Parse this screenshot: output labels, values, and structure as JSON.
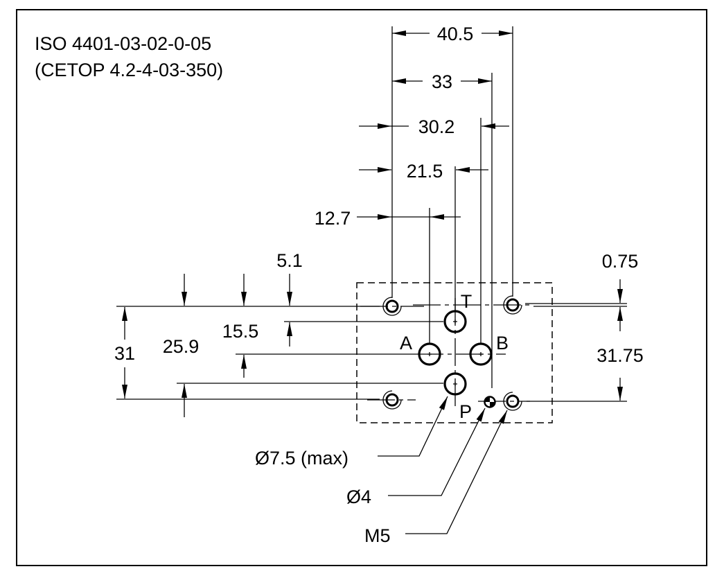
{
  "title": {
    "line1": "ISO 4401-03-02-0-05",
    "line2": "(CETOP 4.2-4-03-350)"
  },
  "dimensions": {
    "d40_5": "40.5",
    "d33": "33",
    "d30_2": "30.2",
    "d21_5": "21.5",
    "d12_7": "12.7",
    "d5_1": "5.1",
    "d15_5": "15.5",
    "d25_9": "25.9",
    "d31": "31",
    "d0_75": "0.75",
    "d31_75": "31.75"
  },
  "ports": {
    "t": "T",
    "a": "A",
    "b": "B",
    "p": "P"
  },
  "callouts": {
    "port_diameter": "Ø7.5 (max)",
    "dowel_diameter": "Ø4",
    "thread": "M5"
  }
}
